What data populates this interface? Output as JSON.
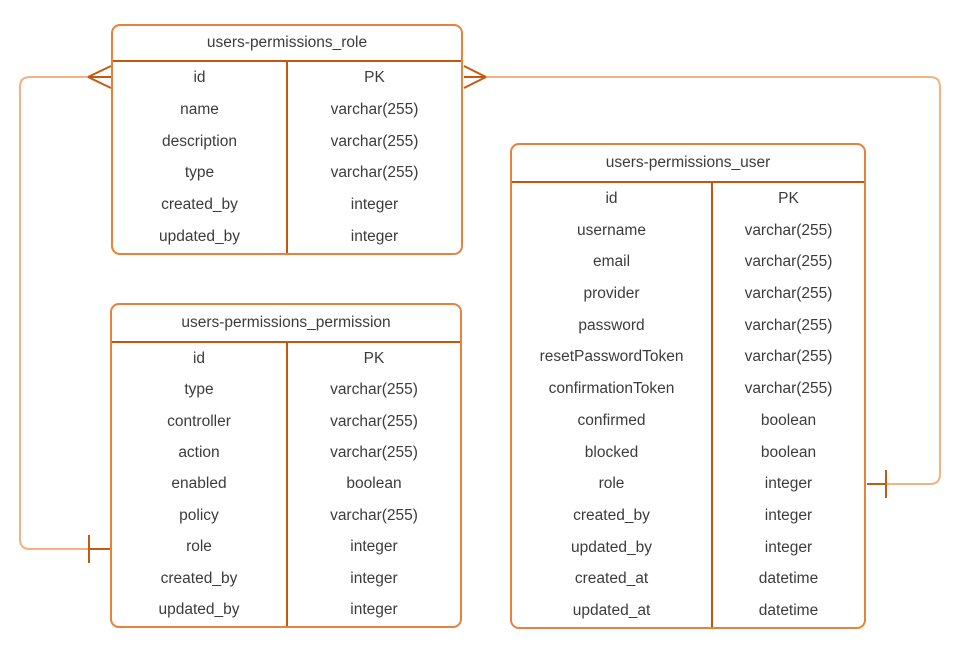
{
  "diagram": {
    "tables": [
      {
        "title": "users-permissions_role",
        "rows": [
          {
            "field": "id",
            "type": "PK"
          },
          {
            "field": "name",
            "type": "varchar(255)"
          },
          {
            "field": "description",
            "type": "varchar(255)"
          },
          {
            "field": "type",
            "type": "varchar(255)"
          },
          {
            "field": "created_by",
            "type": "integer"
          },
          {
            "field": "updated_by",
            "type": "integer"
          }
        ]
      },
      {
        "title": "users-permissions_permission",
        "rows": [
          {
            "field": "id",
            "type": "PK"
          },
          {
            "field": "type",
            "type": "varchar(255)"
          },
          {
            "field": "controller",
            "type": "varchar(255)"
          },
          {
            "field": "action",
            "type": "varchar(255)"
          },
          {
            "field": "enabled",
            "type": "boolean"
          },
          {
            "field": "policy",
            "type": "varchar(255)"
          },
          {
            "field": "role",
            "type": "integer"
          },
          {
            "field": "created_by",
            "type": "integer"
          },
          {
            "field": "updated_by",
            "type": "integer"
          }
        ]
      },
      {
        "title": "users-permissions_user",
        "rows": [
          {
            "field": "id",
            "type": "PK"
          },
          {
            "field": "username",
            "type": "varchar(255)"
          },
          {
            "field": "email",
            "type": "varchar(255)"
          },
          {
            "field": "provider",
            "type": "varchar(255)"
          },
          {
            "field": "password",
            "type": "varchar(255)"
          },
          {
            "field": "resetPasswordToken",
            "type": "varchar(255)"
          },
          {
            "field": "confirmationToken",
            "type": "varchar(255)"
          },
          {
            "field": "confirmed",
            "type": "boolean"
          },
          {
            "field": "blocked",
            "type": "boolean"
          },
          {
            "field": "role",
            "type": "integer"
          },
          {
            "field": "created_by",
            "type": "integer"
          },
          {
            "field": "updated_by",
            "type": "integer"
          },
          {
            "field": "created_at",
            "type": "datetime"
          },
          {
            "field": "updated_at",
            "type": "datetime"
          }
        ]
      }
    ],
    "relationships": [
      {
        "from_table": "users-permissions_role",
        "from_field": "id",
        "from_cardinality": "many",
        "to_table": "users-permissions_permission",
        "to_field": "role",
        "to_cardinality": "one"
      },
      {
        "from_table": "users-permissions_role",
        "from_field": "id",
        "from_cardinality": "many",
        "to_table": "users-permissions_user",
        "to_field": "role",
        "to_cardinality": "one"
      }
    ],
    "colors": {
      "table_border": "#E8813B",
      "divider": "#C4570F",
      "connector_route": "#F2B284",
      "connector_marker": "#C45A11",
      "text": "#3C3C3C",
      "background": "#FFFFFF"
    }
  }
}
